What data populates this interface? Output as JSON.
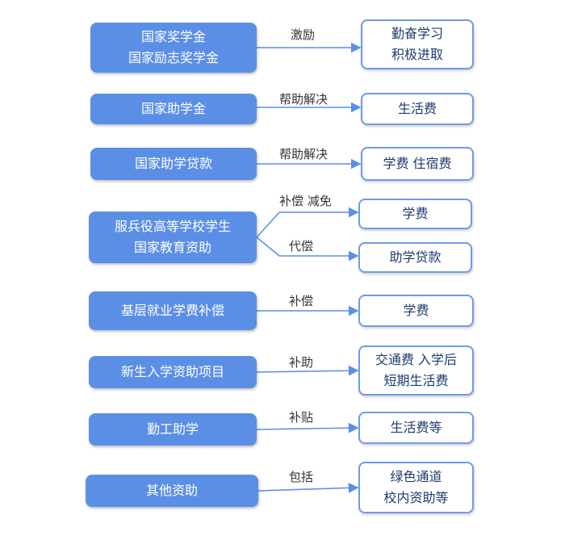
{
  "colors": {
    "left_fill": "#5b8fe6",
    "right_border": "#6e9be8",
    "arrow": "#5b8fe6"
  },
  "rows": [
    {
      "left": [
        "国家奖学金",
        "国家励志奖学金"
      ],
      "targets": [
        {
          "label": "激励",
          "right": [
            "勤奋学习",
            "积极进取"
          ]
        }
      ]
    },
    {
      "left": [
        "国家助学金"
      ],
      "targets": [
        {
          "label": "帮助解决",
          "right": [
            "生活费"
          ]
        }
      ]
    },
    {
      "left": [
        "国家助学贷款"
      ],
      "targets": [
        {
          "label": "帮助解决",
          "right": [
            "学费  住宿费"
          ]
        }
      ]
    },
    {
      "left": [
        "服兵役高等学校学生",
        "国家教育资助"
      ],
      "targets": [
        {
          "label": "补偿  减免",
          "right": [
            "学费"
          ]
        },
        {
          "label": "代偿",
          "right": [
            "助学贷款"
          ]
        }
      ]
    },
    {
      "left": [
        "基层就业学费补偿"
      ],
      "targets": [
        {
          "label": "补偿",
          "right": [
            "学费"
          ]
        }
      ]
    },
    {
      "left": [
        "新生入学资助项目"
      ],
      "targets": [
        {
          "label": "补助",
          "right": [
            "交通费  入学后",
            "短期生活费"
          ]
        }
      ]
    },
    {
      "left": [
        "勤工助学"
      ],
      "targets": [
        {
          "label": "补贴",
          "right": [
            "生活费等"
          ]
        }
      ]
    },
    {
      "left": [
        "其他资助"
      ],
      "targets": [
        {
          "label": "包括",
          "right": [
            "绿色通道",
            "校内资助等"
          ]
        }
      ]
    }
  ]
}
